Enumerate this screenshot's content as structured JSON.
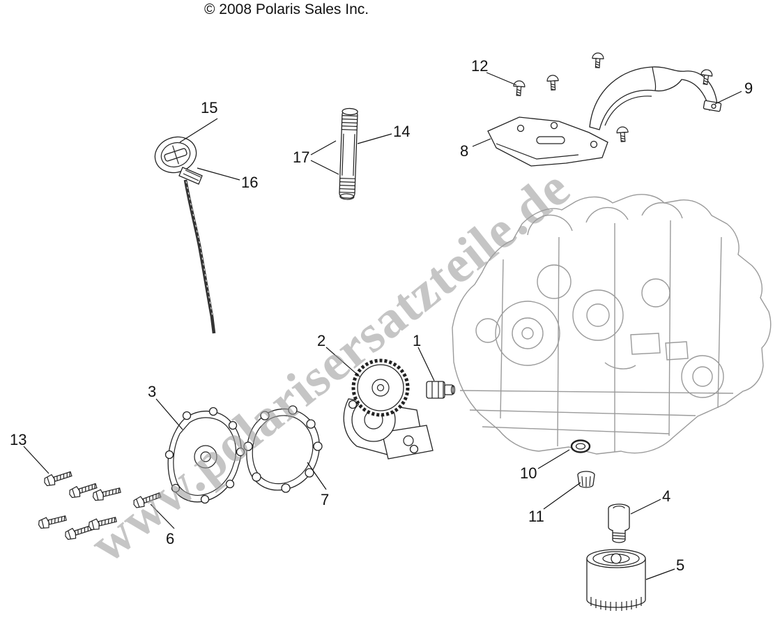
{
  "header": {
    "copyright": "© 2008 Polaris Sales Inc."
  },
  "watermark": {
    "text": "www.polarisersatzteile.de"
  },
  "callouts": {
    "c1": "1",
    "c2": "2",
    "c3": "3",
    "c4": "4",
    "c5": "5",
    "c6": "6",
    "c7": "7",
    "c8": "8",
    "c9": "9",
    "c10": "10",
    "c11": "11",
    "c12": "12",
    "c13": "13",
    "c14": "14",
    "c15": "15",
    "c16": "16",
    "c17": "17"
  }
}
